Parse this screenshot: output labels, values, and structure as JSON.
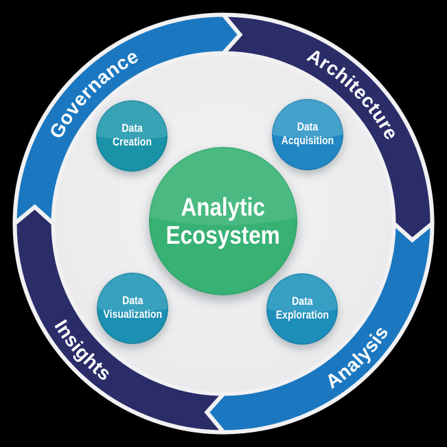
{
  "diagram": {
    "title": "Analytic Ecosystem",
    "center": {
      "label": "Analytic\nEcosystem",
      "color": "#38b175"
    },
    "ring": {
      "flow": "clockwise",
      "segments": [
        {
          "label": "Governance",
          "position": "top-left",
          "color": "#1b78c0"
        },
        {
          "label": "Architecture",
          "position": "top-right",
          "color": "#2a2d68"
        },
        {
          "label": "Analysis",
          "position": "bottom-right",
          "color": "#1b78c0"
        },
        {
          "label": "Insights",
          "position": "bottom-left",
          "color": "#2a2d68"
        }
      ]
    },
    "nodes": [
      {
        "label": "Data\nCreation",
        "position": "top-left",
        "color": "#1a93a9"
      },
      {
        "label": "Data\nAcquisition",
        "position": "top-right",
        "color": "#2187c2"
      },
      {
        "label": "Data\nVisualization",
        "position": "bottom-left",
        "color": "#1c90b2"
      },
      {
        "label": "Data\nExploration",
        "position": "bottom-right",
        "color": "#1d8eba"
      }
    ],
    "palette": {
      "arrow_blue": "#1b78c0",
      "arrow_navy": "#2a2d68",
      "inner_disc": "#eeeef0",
      "outline": "#f1f1f3",
      "text": "#ffffff"
    }
  }
}
